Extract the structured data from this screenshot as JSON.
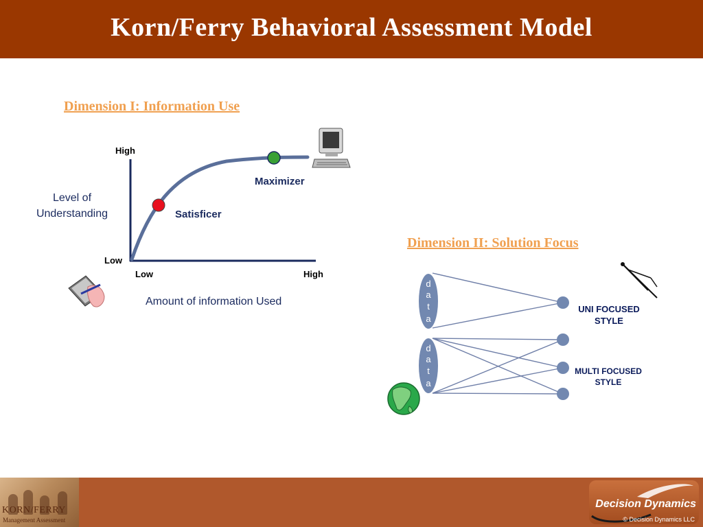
{
  "header": {
    "title": "Korn/Ferry Behavioral Assessment Model"
  },
  "dimension1": {
    "heading": "Dimension I: Information Use",
    "y_axis": {
      "label_line1": "Level of",
      "label_line2": "Understanding",
      "high": "High",
      "low": "Low"
    },
    "x_axis": {
      "label": "Amount of information Used",
      "low": "Low",
      "high": "High"
    },
    "points": [
      {
        "label": "Satisficer",
        "color": "#e8101e"
      },
      {
        "label": "Maximizer",
        "color": "#39a035"
      }
    ],
    "icons": [
      "computer-icon",
      "notepad-hand-icon"
    ]
  },
  "dimension2": {
    "heading": "Dimension II: Solution Focus",
    "data_groups": [
      {
        "letters": [
          "d",
          "a",
          "t",
          "a"
        ]
      },
      {
        "letters": [
          "d",
          "a",
          "t",
          "a"
        ]
      }
    ],
    "uni_style": {
      "line1": "UNI FOCUSED",
      "line2": "STYLE"
    },
    "multi_style": {
      "line1": "MULTI FOCUSED",
      "line2": "STYLE"
    },
    "icons": [
      "compass-icon",
      "globe-icon"
    ]
  },
  "footer": {
    "left_brand": "KORN/FERRY",
    "left_sub": "Management Assessment",
    "right_brand": "Decision Dynamics",
    "copyright": "© Decision Dynamics LLC"
  },
  "colors": {
    "header_bg": "#9a3700",
    "footer_bg": "#b0582c",
    "heading": "#f0a050",
    "axis": "#1a2a5e",
    "curve": "#5a6f9a",
    "node": "#7288b0"
  }
}
